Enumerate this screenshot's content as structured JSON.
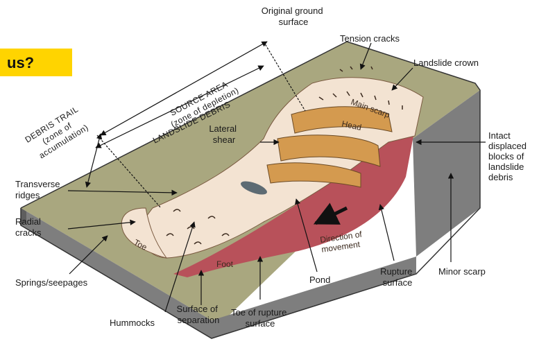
{
  "badge": {
    "text": "us?",
    "color": "#ffd400"
  },
  "colors": {
    "ground_top": "#a9a77f",
    "ground_side": "#7e7e7e",
    "ground_edge": "#5e5e5e",
    "rupture_zone": "#b8515a",
    "debris": "#f3e3d2",
    "head_block": "#d49a4f",
    "pond": "#5d6b73"
  },
  "labels": {
    "original_ground_surface": [
      "Original ground",
      "surface"
    ],
    "tension_cracks": "Tension cracks",
    "landslide_crown": "Landslide crown",
    "source_area": [
      "SOURCE AREA",
      "(zone of depletion)"
    ],
    "landslide_debris_zone": "LANDSLIDE DEBRIS",
    "debris_trail": [
      "DEBRIS TRAIL",
      "(zone of",
      "accumulation)"
    ],
    "main_scarp": "Main scarp",
    "head": "Head",
    "lateral_shear": [
      "Lateral",
      "shear"
    ],
    "intact_blocks": [
      "Intact",
      "displaced",
      "blocks of",
      "landslide",
      "debris"
    ],
    "transverse_ridges": [
      "Transverse",
      "ridges"
    ],
    "radial_cracks": [
      "Radial",
      "cracks"
    ],
    "toe": "Toe",
    "foot": "Foot",
    "direction_of_movement": [
      "Direction of",
      "movement"
    ],
    "springs_seepages": "Springs/seepages",
    "pond": "Pond",
    "rupture_surface": [
      "Rupture",
      "surface"
    ],
    "minor_scarp": "Minor scarp",
    "hummocks": "Hummocks",
    "surface_of_separation": [
      "Surface of",
      "separation"
    ],
    "toe_of_rupture_surface": [
      "Toe of rupture",
      "surface"
    ]
  }
}
